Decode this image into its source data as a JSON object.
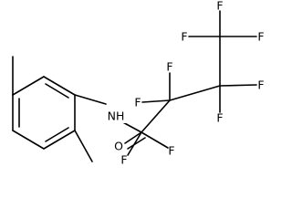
{
  "molecule": {
    "atom_labels": {
      "nh": "NH",
      "o": "O",
      "f1": "F",
      "f2": "F",
      "f3": "F",
      "f4": "F",
      "f5": "F",
      "f6": "F",
      "f7": "F",
      "f8": "F",
      "f9": "F"
    },
    "colors": {
      "ink": "#000000",
      "background": "#ffffff"
    }
  }
}
